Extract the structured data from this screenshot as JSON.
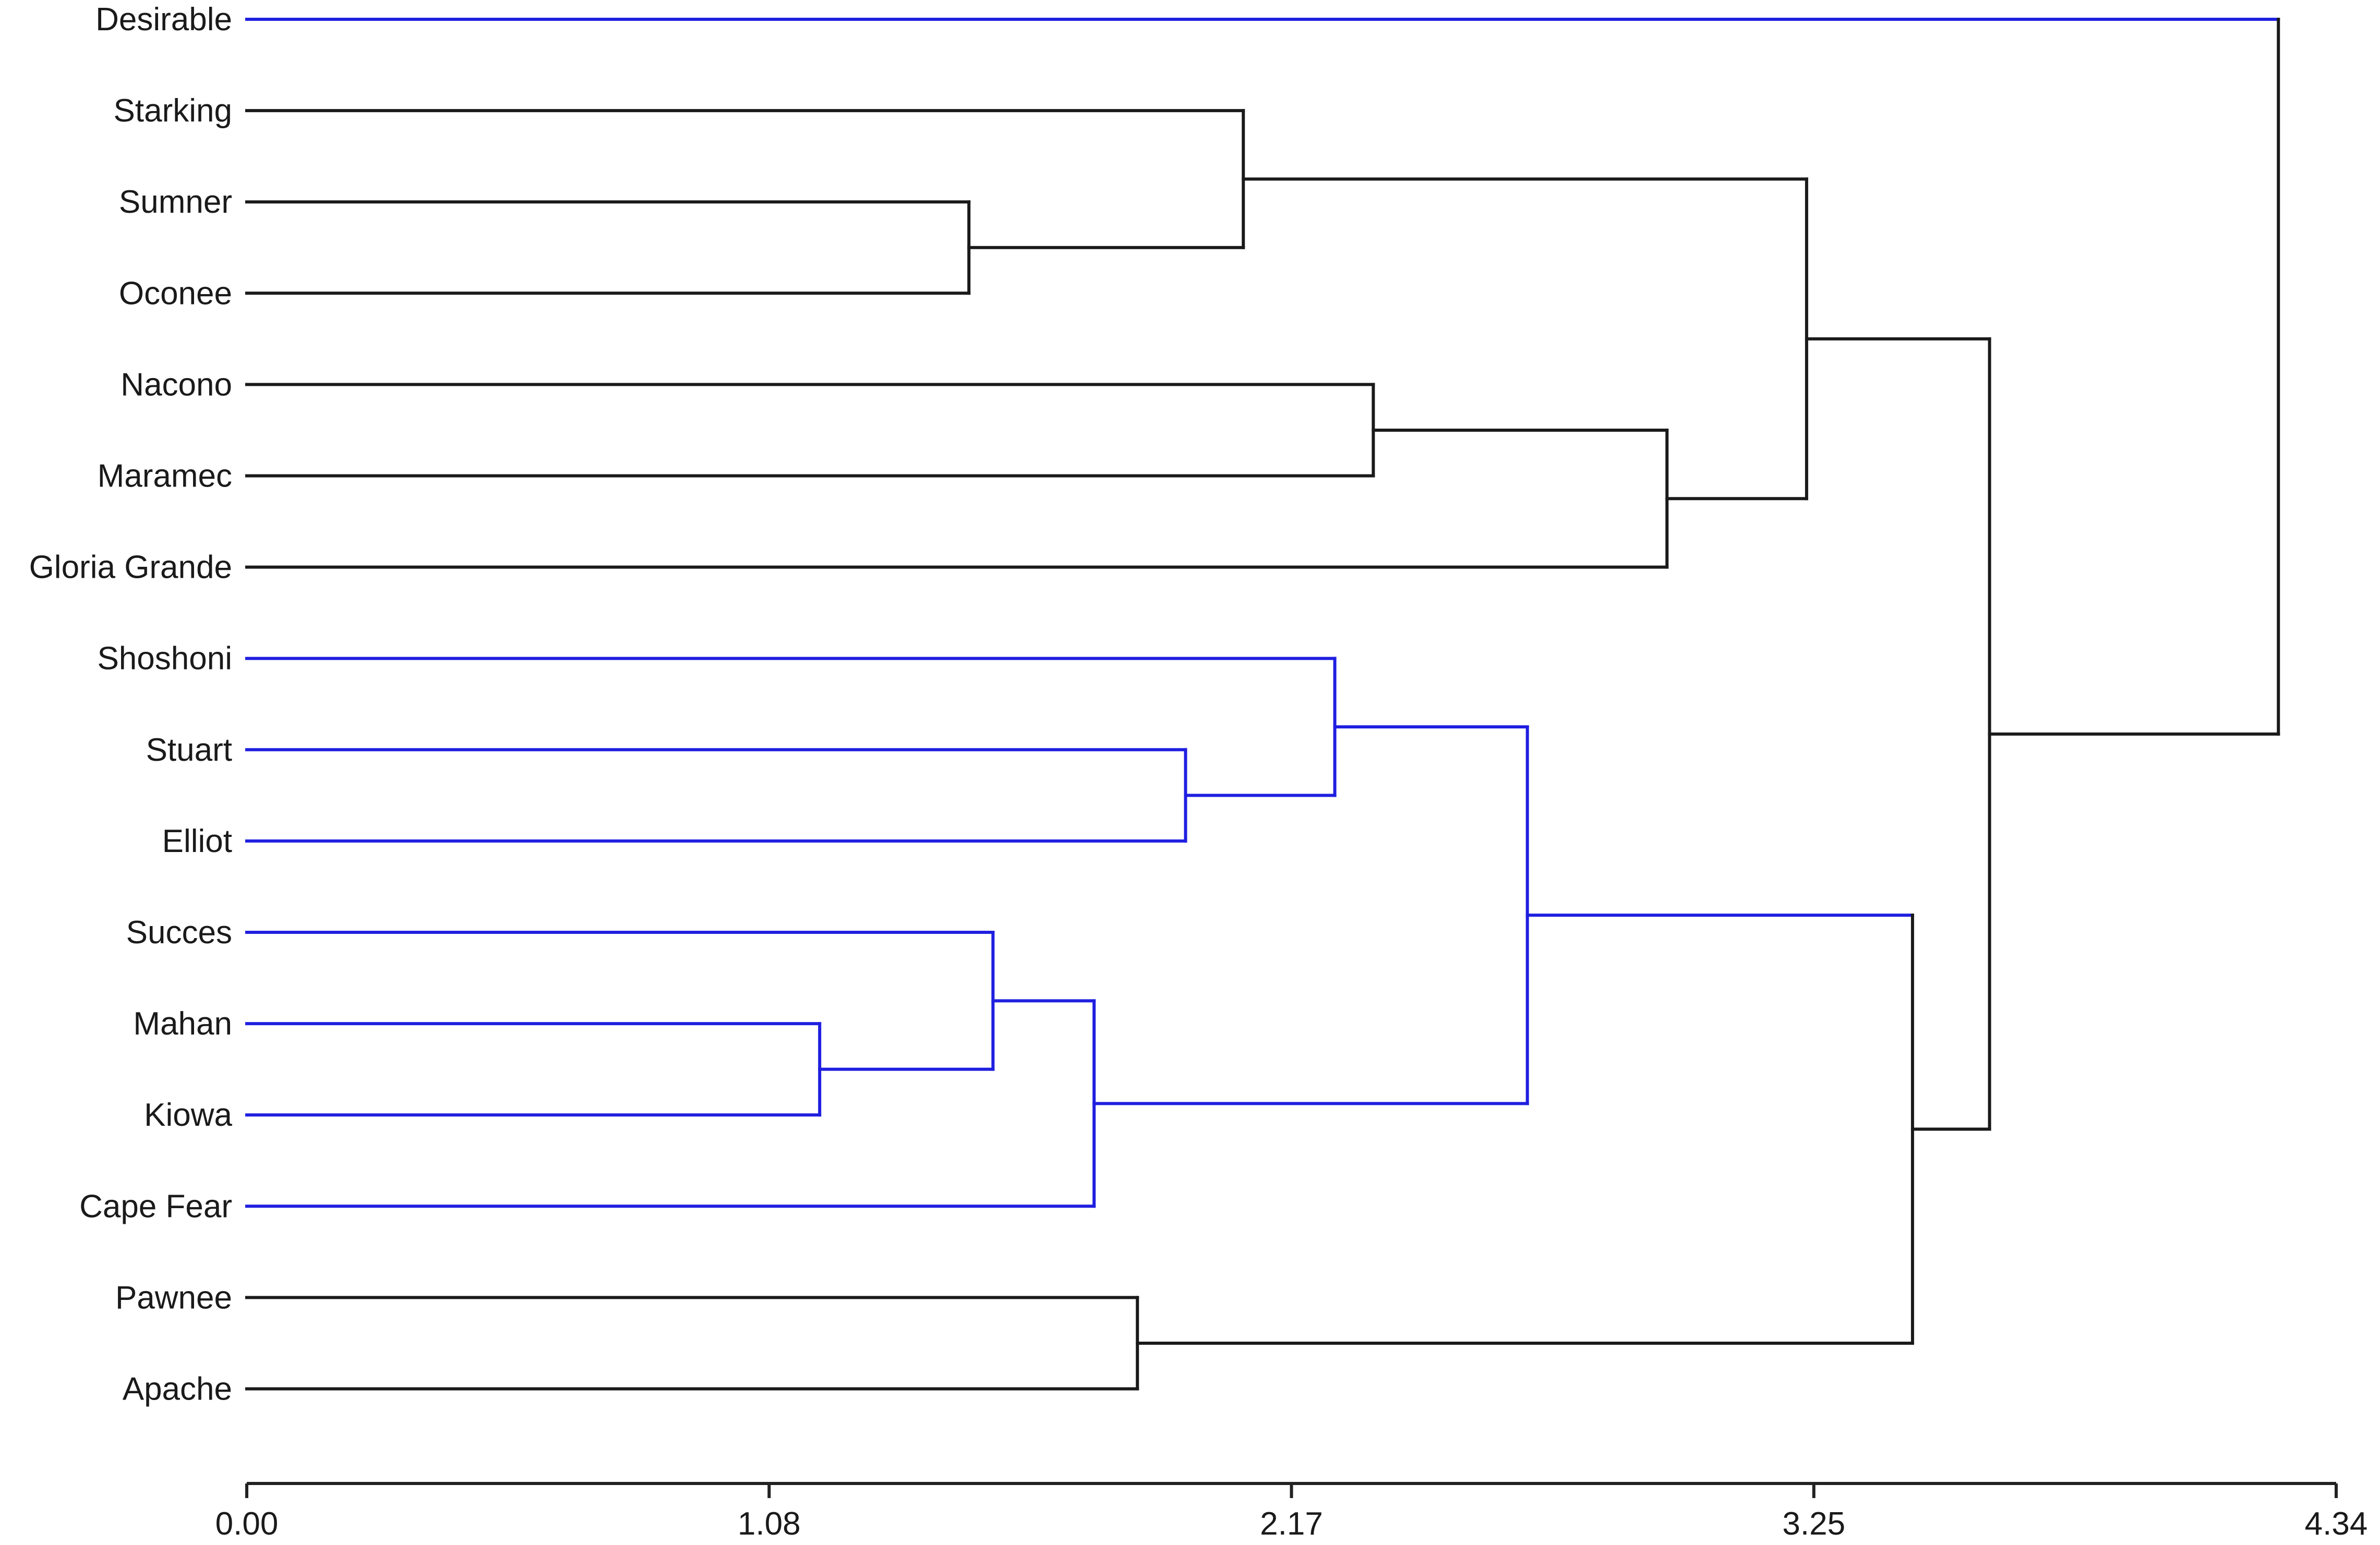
{
  "chart_data": {
    "type": "dendrogram",
    "orientation": "horizontal",
    "leaves": [
      "Desirable",
      "Starking",
      "Sumner",
      "Oconee",
      "Nacono",
      "Maramec",
      "Gloria Grande",
      "Shoshoni",
      "Stuart",
      "Elliot",
      "Succes",
      "Mahan",
      "Kiowa",
      "Cape Fear",
      "Pawnee",
      "Apache"
    ],
    "xaxis": {
      "min": 0.0,
      "max": 4.34,
      "ticks": [
        {
          "value": 0.0,
          "label": "0.00"
        },
        {
          "value": 1.085,
          "label": "1.08"
        },
        {
          "value": 2.17,
          "label": "2.17"
        },
        {
          "value": 3.255,
          "label": "3.25"
        },
        {
          "value": 4.34,
          "label": "4.34"
        }
      ]
    },
    "merges": [
      {
        "id": "c1",
        "children": [
          "Sumner",
          "Oconee"
        ],
        "height": 1.5,
        "color": "#1a1a1a"
      },
      {
        "id": "c2",
        "children": [
          "Starking",
          "c1"
        ],
        "height": 2.07,
        "color": "#1a1a1a"
      },
      {
        "id": "c3",
        "children": [
          "Nacono",
          "Maramec"
        ],
        "height": 2.34,
        "color": "#1a1a1a"
      },
      {
        "id": "c4",
        "children": [
          "c3",
          "Gloria Grande"
        ],
        "height": 2.95,
        "color": "#1a1a1a"
      },
      {
        "id": "c5",
        "children": [
          "c2",
          "c4"
        ],
        "height": 3.24,
        "color": "#1a1a1a"
      },
      {
        "id": "c6",
        "children": [
          "Stuart",
          "Elliot"
        ],
        "height": 1.95,
        "color": "#1f1fe0"
      },
      {
        "id": "c7",
        "children": [
          "Shoshoni",
          "c6"
        ],
        "height": 2.26,
        "color": "#1f1fe0"
      },
      {
        "id": "c8",
        "children": [
          "Mahan",
          "Kiowa"
        ],
        "height": 1.19,
        "color": "#1f1fe0"
      },
      {
        "id": "c9",
        "children": [
          "Succes",
          "c8"
        ],
        "height": 1.55,
        "color": "#1f1fe0"
      },
      {
        "id": "c10",
        "children": [
          "c9",
          "Cape Fear"
        ],
        "height": 1.76,
        "color": "#1f1fe0"
      },
      {
        "id": "c11",
        "children": [
          "c7",
          "c10"
        ],
        "height": 2.66,
        "color": "#1f1fe0"
      },
      {
        "id": "c12",
        "children": [
          "Pawnee",
          "Apache"
        ],
        "height": 1.85,
        "color": "#1a1a1a"
      },
      {
        "id": "c13",
        "children": [
          "c11",
          "c12"
        ],
        "height": 3.46,
        "color": "#1a1a1a"
      },
      {
        "id": "c14",
        "children": [
          "c5",
          "c13"
        ],
        "height": 3.62,
        "color": "#1a1a1a"
      },
      {
        "id": "c15",
        "children": [
          "Desirable",
          "c14"
        ],
        "height": 4.22,
        "color": "#1a1a1a"
      }
    ],
    "leaf_colors": {
      "Desirable": "#1f1fe0",
      "Shoshoni": "#1f1fe0",
      "Stuart": "#1f1fe0",
      "Elliot": "#1f1fe0",
      "Succes": "#1f1fe0",
      "Mahan": "#1f1fe0",
      "Kiowa": "#1f1fe0",
      "Cape Fear": "#1f1fe0"
    },
    "default_color": "#1a1a1a"
  }
}
